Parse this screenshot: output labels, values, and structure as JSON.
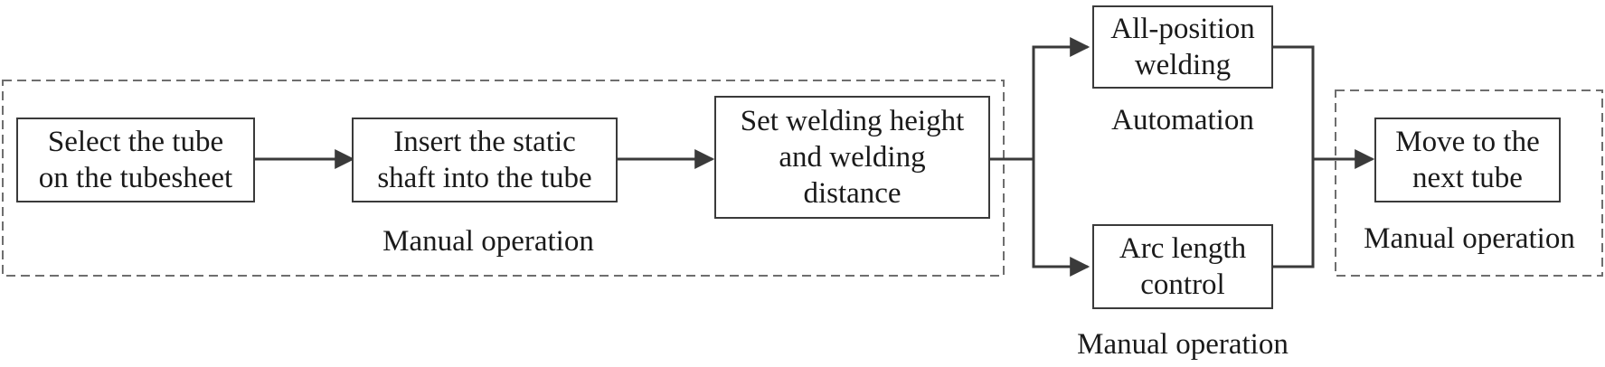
{
  "steps": {
    "select_tube": "Select the tube\non the tubesheet",
    "insert_shaft": "Insert the static\nshaft into the tube",
    "set_height": "Set welding height\nand welding\ndistance",
    "all_position": "All-position\nwelding",
    "arc_length": "Arc length\ncontrol",
    "move_next": "Move to the\nnext tube"
  },
  "labels": {
    "group_left": "Manual operation",
    "automation": "Automation",
    "manual_bottom": "Manual operation",
    "group_right": "Manual operation"
  },
  "colors": {
    "line": "#3a3a3a",
    "dash": "#6e6e6e"
  }
}
